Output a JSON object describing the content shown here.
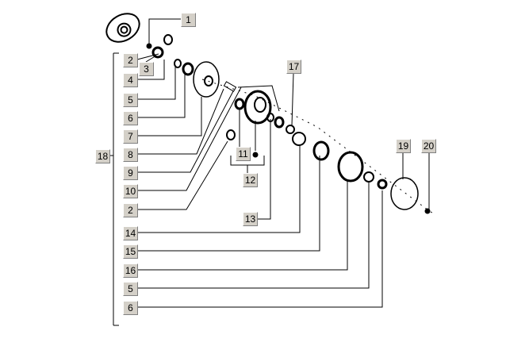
{
  "diagram": {
    "labels": [
      "1",
      "2",
      "3",
      "4",
      "5",
      "6",
      "7",
      "8",
      "9",
      "10",
      "2",
      "14",
      "15",
      "16",
      "5",
      "6",
      "18",
      "11",
      "12",
      "13",
      "17",
      "19",
      "20"
    ],
    "colors": {
      "label_bg": "#d4d0c8",
      "line": "#000000"
    }
  }
}
